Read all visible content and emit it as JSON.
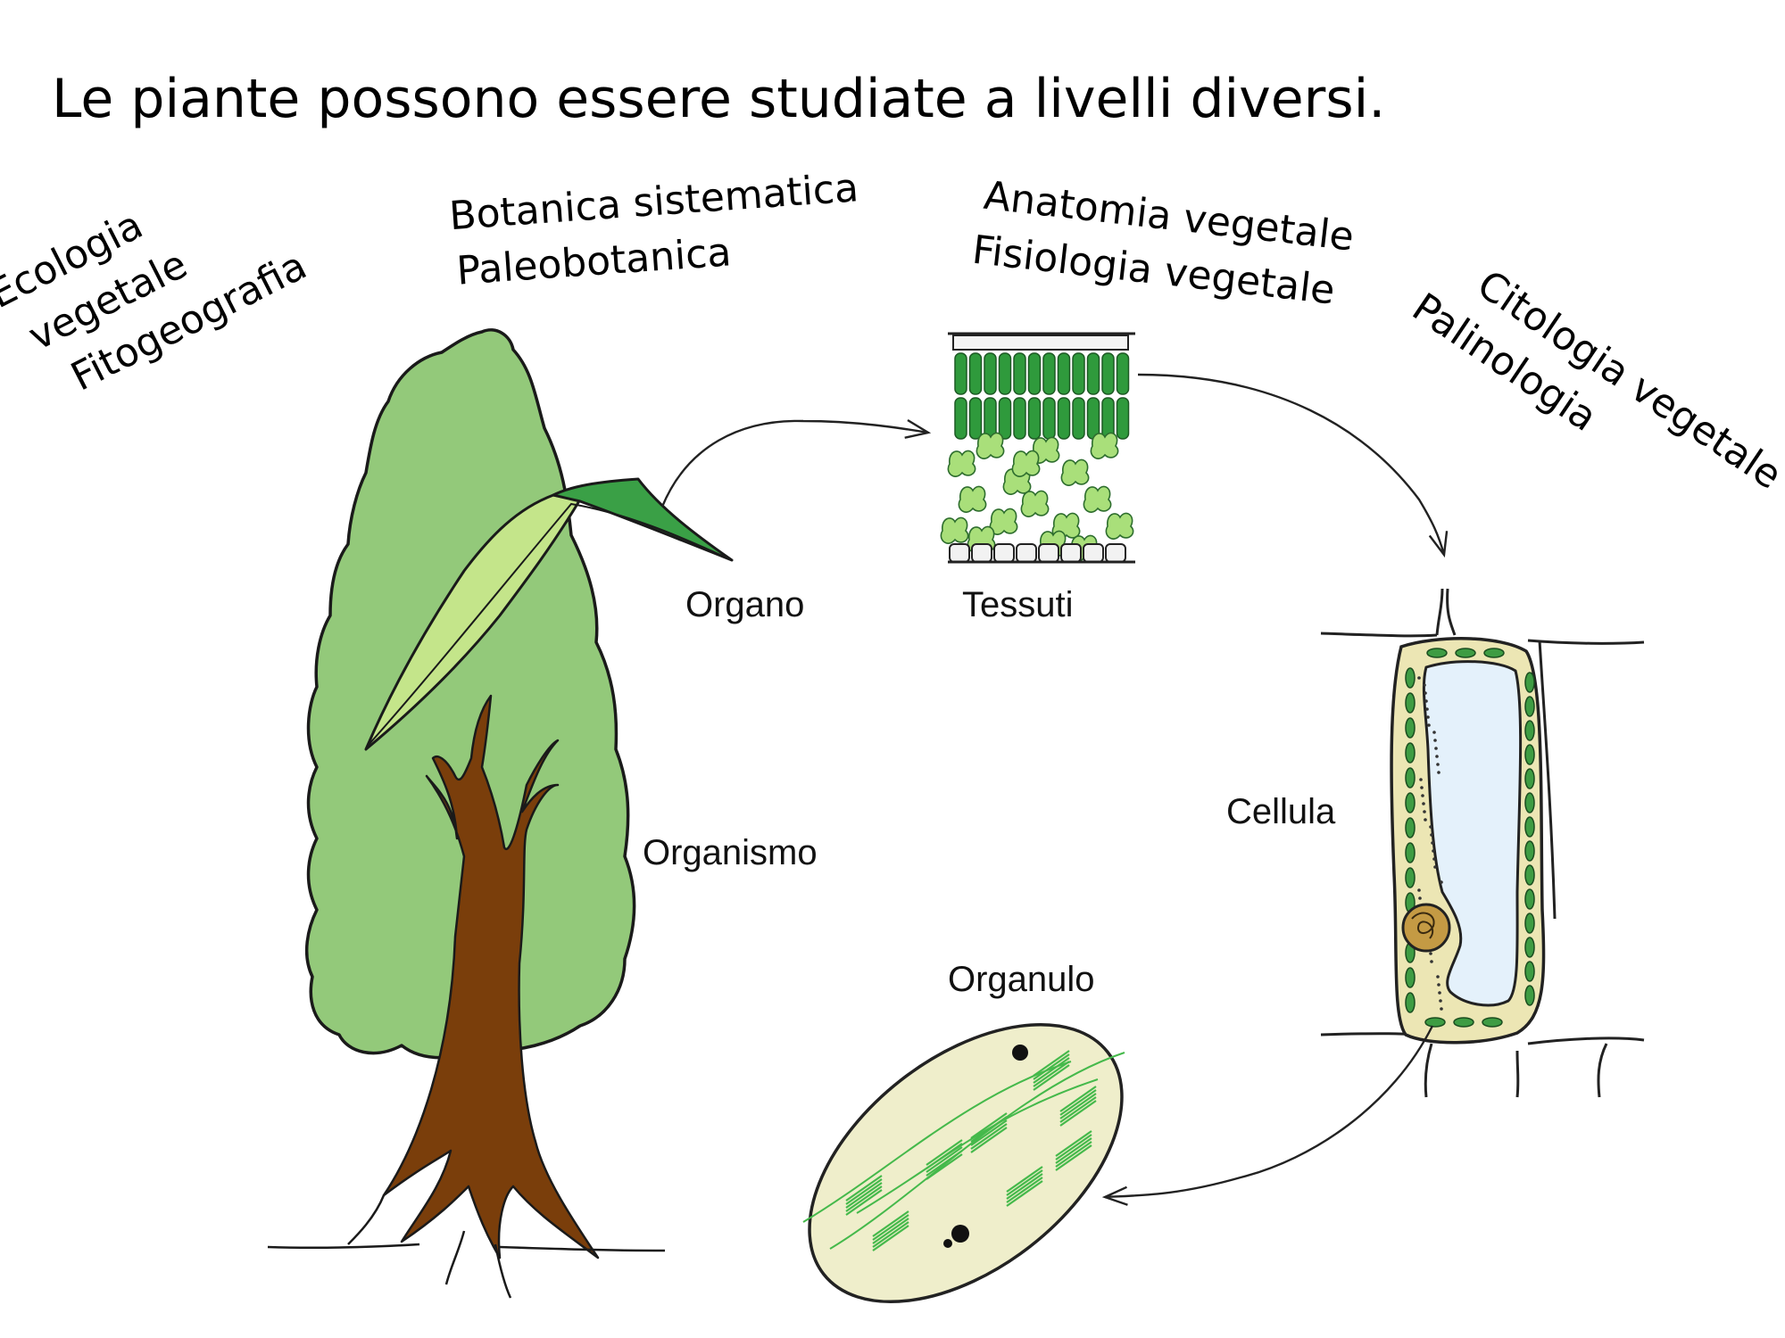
{
  "slide": {
    "title": "Le piante possono essere studiate a livelli diversi."
  },
  "disciplines": {
    "ecology": [
      "Ecologia",
      "vegetale",
      "Fitogeografia"
    ],
    "systematics": [
      "Botanica sistematica",
      "Paleobotanica"
    ],
    "anatomy": [
      "Anatomia vegetale",
      "Fisiologia vegetale"
    ],
    "cytology": [
      "Citologia vegetale",
      "Palinologia"
    ]
  },
  "levels": {
    "organ": "Organo",
    "tissue": "Tessuti",
    "organism": "Organismo",
    "cell": "Cellula",
    "organelle": "Organulo"
  },
  "colors": {
    "canopy": "#93c97a",
    "leaf_dark": "#3aa046",
    "leaf_light": "#c4e58a",
    "trunk": "#7a3e0b",
    "palisade": "#2f9a3c",
    "spongy": "#a9df7a",
    "cytoplasm": "#ece6b4",
    "vacuole": "#e4f1fb",
    "chloroplast": "#3e9c43",
    "organelle_fill": "#efeecb",
    "thylakoid": "#45b94b"
  }
}
